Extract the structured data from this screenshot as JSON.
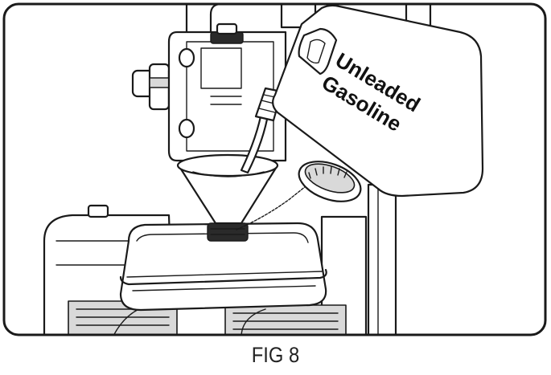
{
  "figure": {
    "can_label_line1": "Unleaded",
    "can_label_line2": "Gasoline",
    "caption": "FIG 8"
  }
}
